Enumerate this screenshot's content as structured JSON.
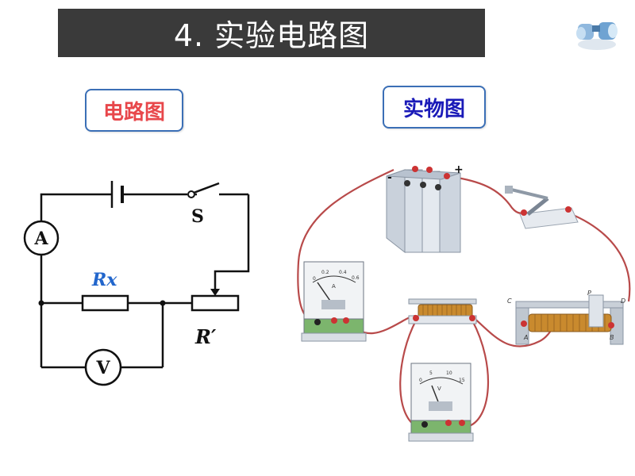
{
  "title": "4. 实验电路图",
  "labels": {
    "circuit_diagram": "电路图",
    "physical_diagram": "实物图"
  },
  "circuit": {
    "ammeter": "A",
    "voltmeter": "V",
    "switch": "S",
    "resistor": "Rx",
    "rheostat": "R′"
  },
  "physical": {
    "battery_minus": "-",
    "battery_plus": "+",
    "rheostat_terminals": [
      "C",
      "P",
      "D",
      "A",
      "B"
    ],
    "ammeter_letter": "A",
    "voltmeter_letter": "V",
    "ammeter_scale": [
      "0",
      "0.2",
      "0.4",
      "0.6"
    ],
    "voltmeter_scale": [
      "0",
      "5",
      "10",
      "15"
    ]
  },
  "colors": {
    "title_bg": "#3a3a3a",
    "wire_red": "#b84a4a",
    "rx_label": "#2266cc"
  }
}
